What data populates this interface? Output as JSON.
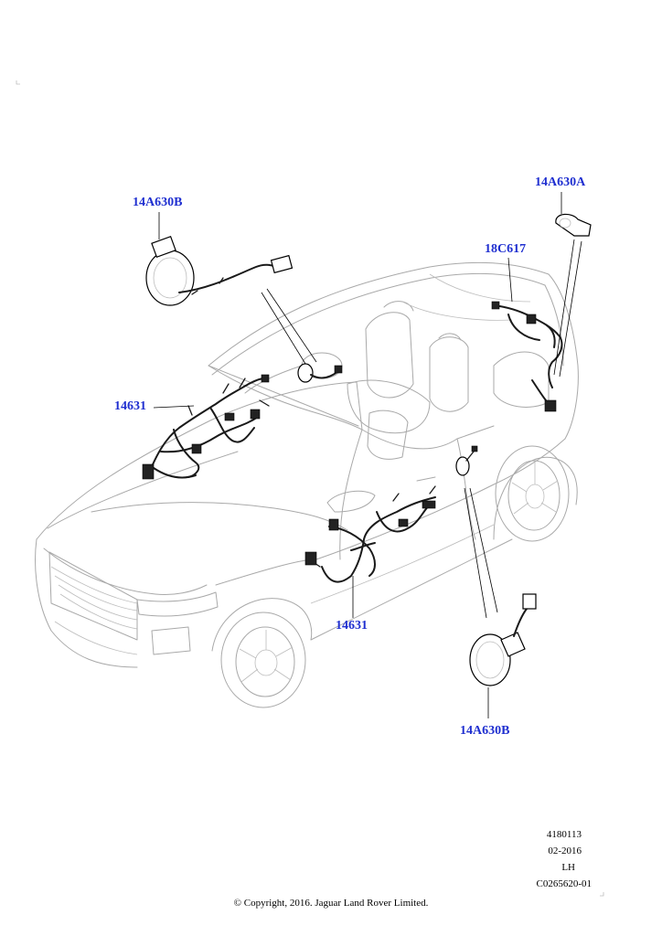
{
  "colors": {
    "callout": "#1f2fd0",
    "car_outline": "#a9a9a9",
    "wiring": "#1a1a1a"
  },
  "callouts": {
    "wheel_speed_top": "14A630B",
    "rear_sensor": "14A630A",
    "rear_harness": "18C617",
    "left_harness": "14631",
    "door_harness": "14631",
    "wheel_speed_bottom": "14A630B"
  },
  "info": {
    "number": "4180113",
    "date": "02-2016",
    "side": "LH",
    "code": "C0265620-01"
  },
  "copyright": "© Copyright, 2016. Jaguar Land Rover Limited."
}
